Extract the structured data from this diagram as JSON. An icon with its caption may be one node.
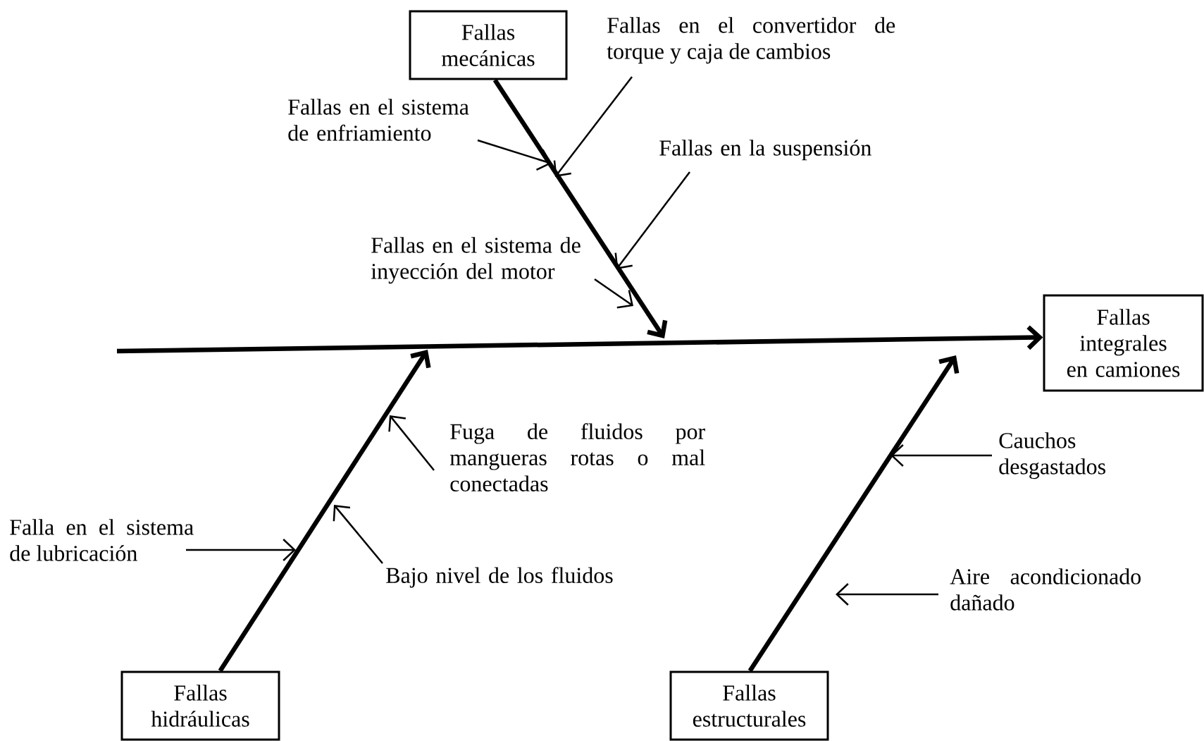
{
  "diagram": {
    "nodes": [
      {
        "text": [
          "Fallas mecánicas"
        ]
      },
      {
        "text": [
          "Fallas en el convertidor de torque y caja de cambios"
        ]
      },
      {
        "text": [
          "Fallas en el sistema de enfriamiento"
        ]
      },
      {
        "text": [
          "Fallas en la suspensión"
        ]
      },
      {
        "text": [
          "Fallas en el sistema de inyección del motor"
        ]
      },
      {
        "text": [
          "Fallas integrales en camiones"
        ]
      },
      {
        "text": [
          "Fuga de fluidos por mangueras rotas o mal conectadas"
        ]
      },
      {
        "text": [
          "Cauchos desgastados"
        ]
      },
      {
        "text": [
          "Falla en el sistema de lubricación"
        ]
      },
      {
        "text": [
          "Bajo nivel de los fluidos"
        ]
      },
      {
        "text": [
          "Aire acondicionado dañado"
        ]
      },
      {
        "text": [
          "Fallas hidráulicas"
        ]
      },
      {
        "text": [
          "Fallas estructurales"
        ]
      }
    ],
    "edges": [
      {
        "from": null,
        "to": 5,
        "arrow": "to",
        "style": "thick"
      },
      {
        "from": 0,
        "to": null,
        "arrow": "to",
        "style": "thick"
      },
      {
        "from": 2,
        "to": null,
        "arrow": "to"
      },
      {
        "from": 1,
        "to": null,
        "arrow": "to"
      },
      {
        "from": 3,
        "to": null,
        "arrow": "to"
      },
      {
        "from": 4,
        "to": null,
        "arrow": "to"
      },
      {
        "from": 11,
        "to": null,
        "arrow": "to",
        "style": "thick"
      },
      {
        "from": 6,
        "to": null,
        "arrow": "to"
      },
      {
        "from": 8,
        "to": null,
        "arrow": "to"
      },
      {
        "from": 9,
        "to": null,
        "arrow": "to"
      },
      {
        "from": 12,
        "to": null,
        "arrow": "to",
        "style": "thick"
      },
      {
        "from": 7,
        "to": null,
        "arrow": "to"
      },
      {
        "from": 10,
        "to": null,
        "arrow": "to"
      }
    ]
  }
}
